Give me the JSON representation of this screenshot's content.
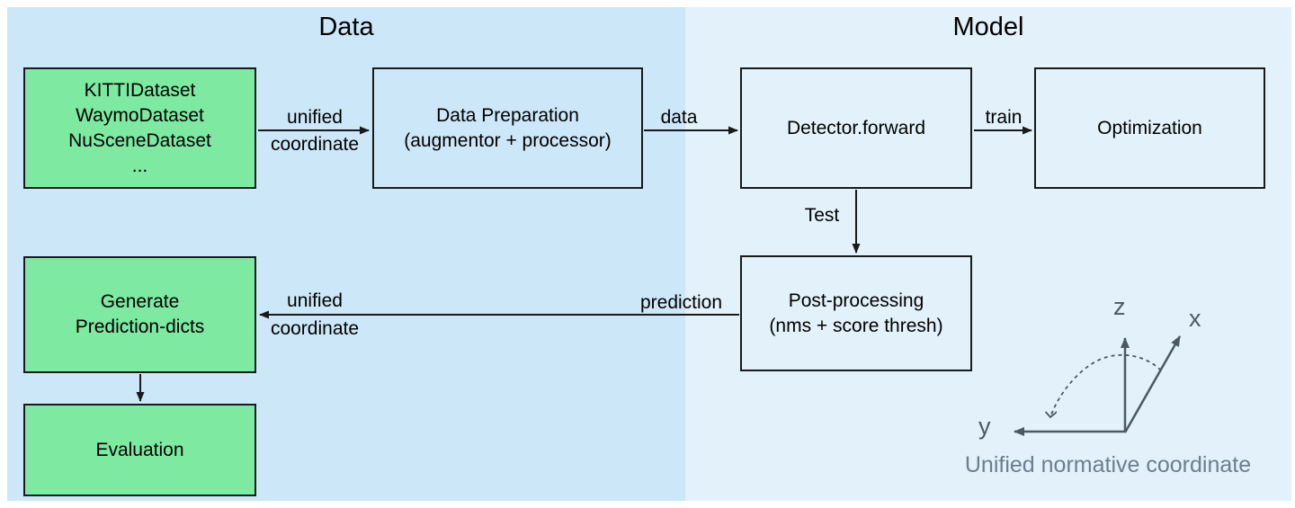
{
  "colors": {
    "page_bg": "#ffffff",
    "data_panel_bg": "#cbe7f8",
    "model_panel_bg": "#e3f1fb",
    "green_fill": "#7de9a1",
    "box_border": "#1a1a1a",
    "arrow": "#1a1a1a",
    "axes": "#4d5863",
    "caption_text": "#6d7e8c",
    "text": "#000000"
  },
  "sections": {
    "data": {
      "title": "Data"
    },
    "model": {
      "title": "Model"
    }
  },
  "boxes": {
    "datasets": {
      "lines": [
        "KITTIDataset",
        "WaymoDataset",
        "NuSceneDataset",
        "..."
      ]
    },
    "data_preparation": {
      "lines": [
        "Data Preparation",
        "(augmentor + processor)"
      ]
    },
    "detector_forward": {
      "lines": [
        "Detector.forward"
      ]
    },
    "optimization": {
      "lines": [
        "Optimization"
      ]
    },
    "post_processing": {
      "lines": [
        "Post-processing",
        "(nms + score thresh)"
      ]
    },
    "generate_prediction_dicts": {
      "lines": [
        "Generate",
        "Prediction-dicts"
      ]
    },
    "evaluation": {
      "lines": [
        "Evaluation"
      ]
    }
  },
  "edge_labels": {
    "unified_coordinate_top": {
      "line1": "unified",
      "line2": "coordinate"
    },
    "data": "data",
    "train": "train",
    "test": "Test",
    "prediction": "prediction",
    "unified_coordinate_bottom": {
      "line1": "unified",
      "line2": "coordinate"
    }
  },
  "axes_legend": {
    "z_label": "z",
    "x_label": "x",
    "y_label": "y",
    "caption": "Unified normative coordinate"
  }
}
